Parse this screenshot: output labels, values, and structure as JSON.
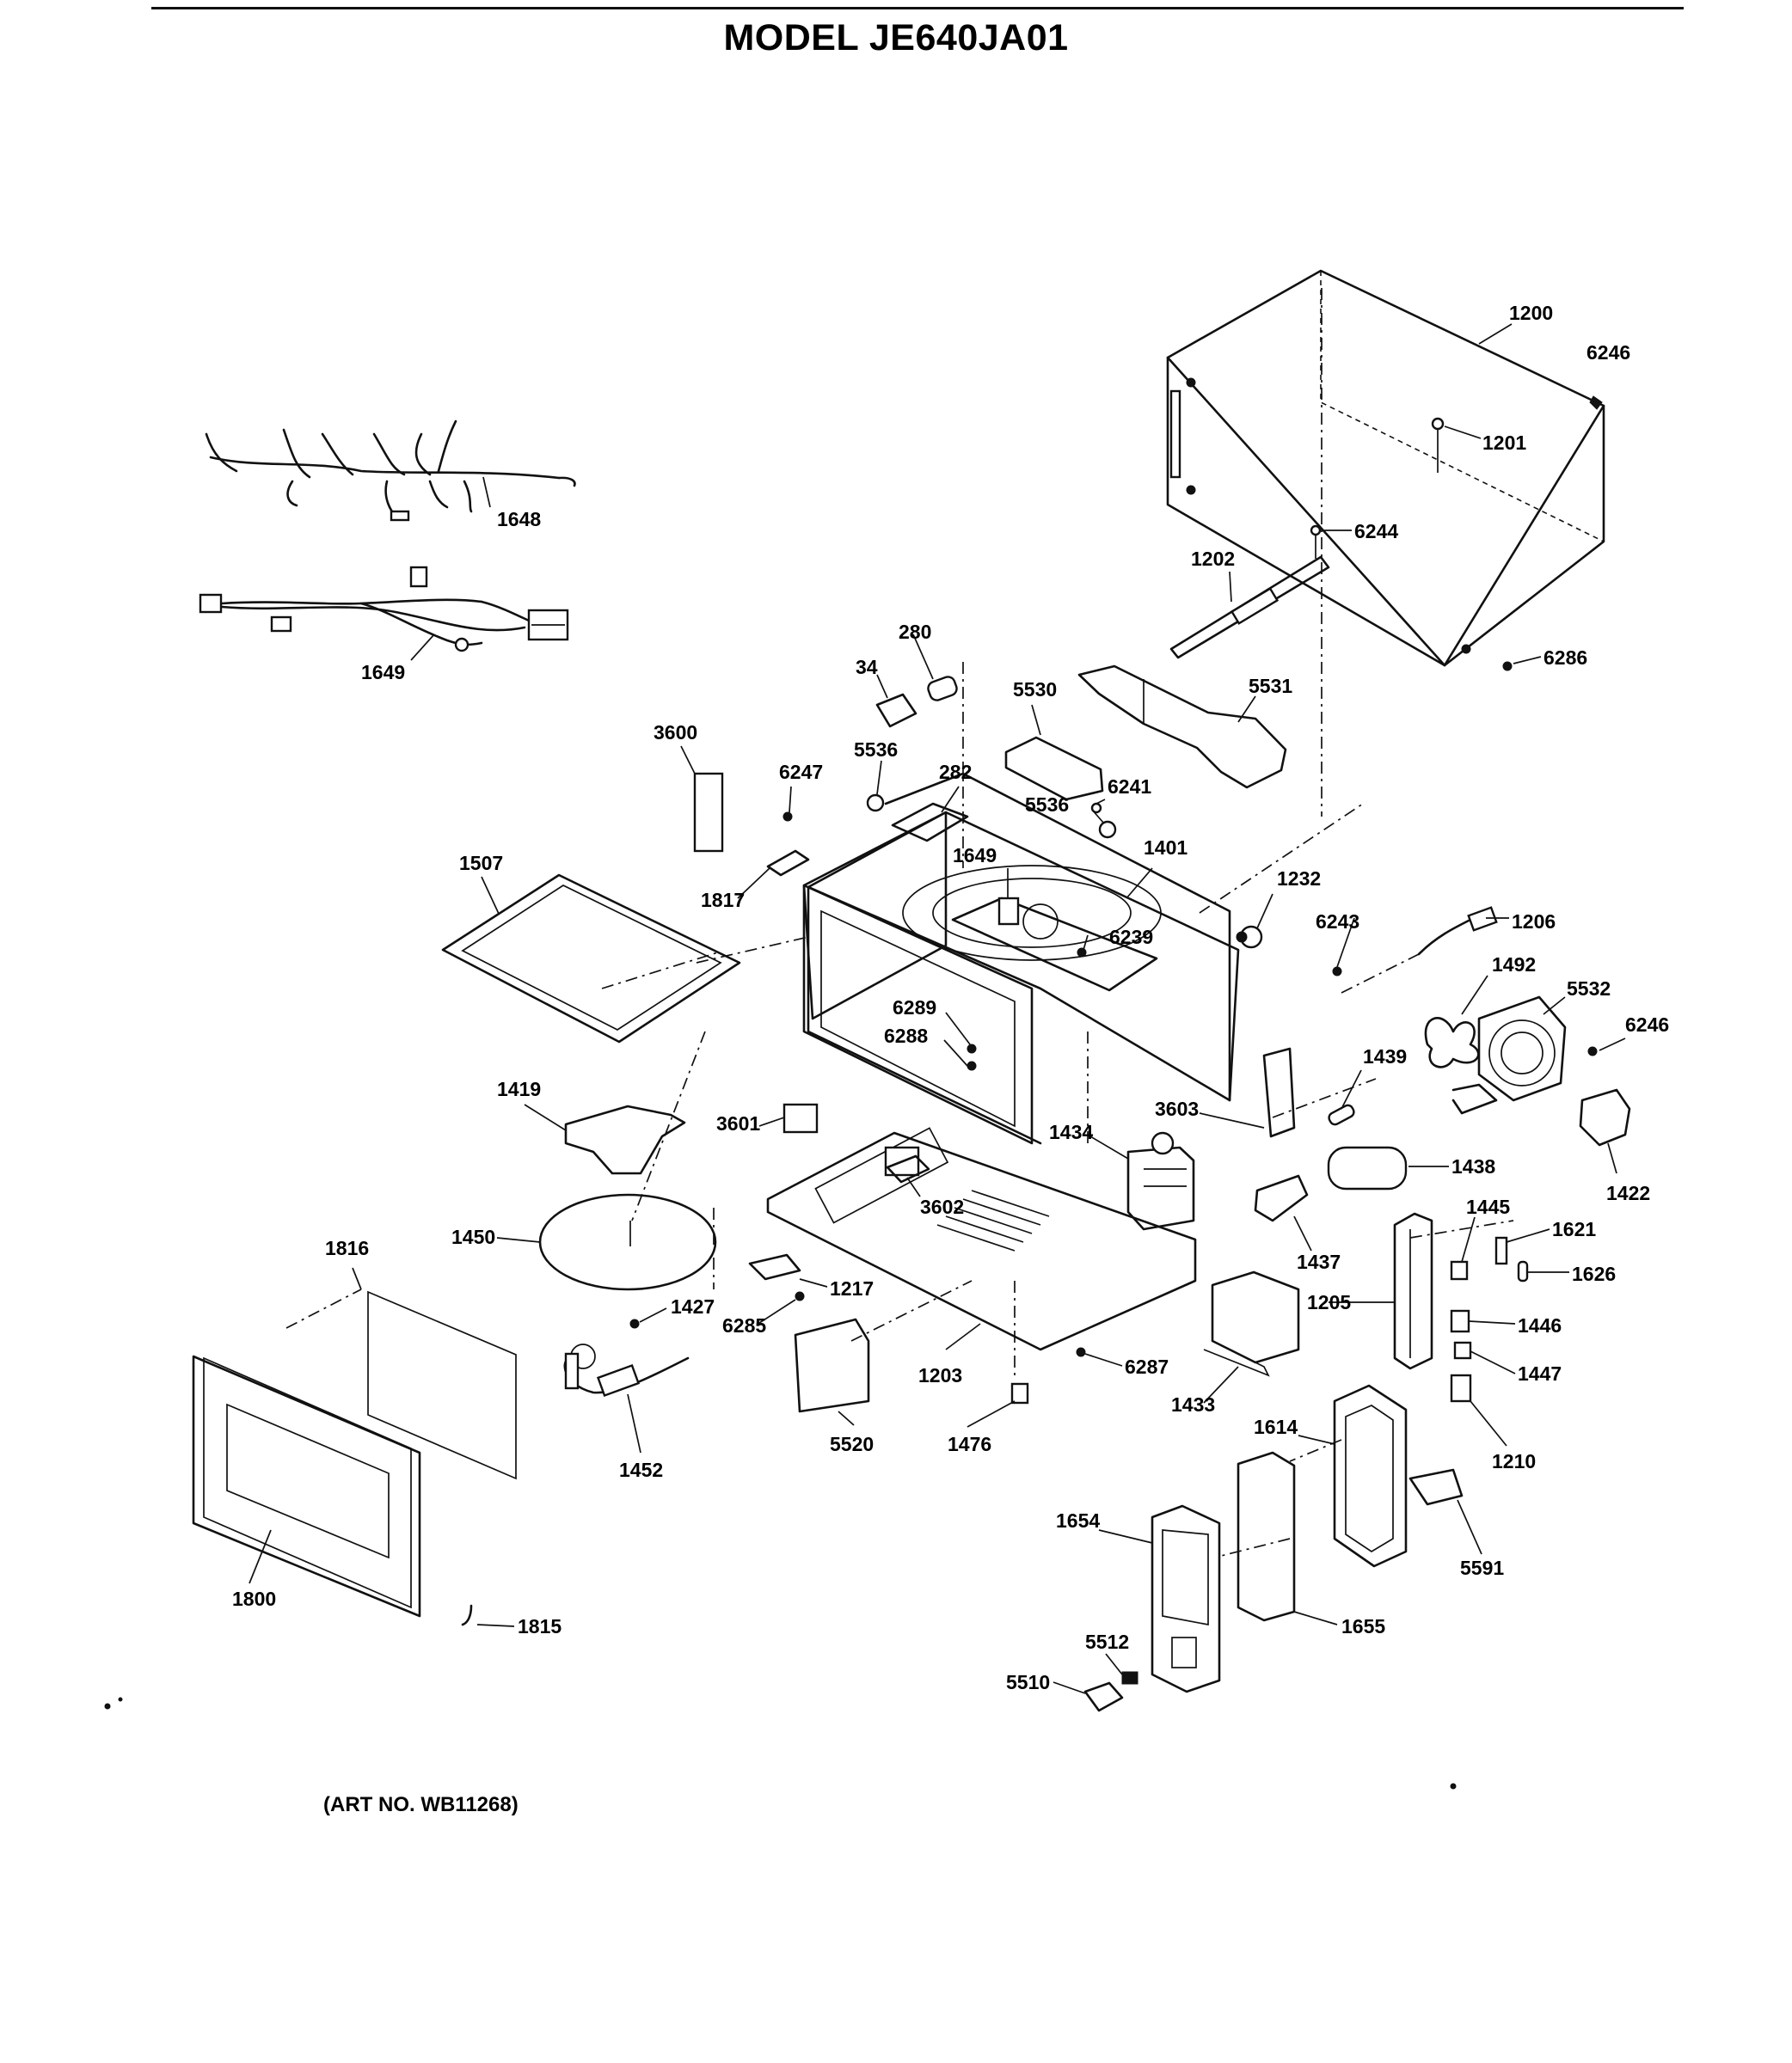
{
  "title": "MODEL JE640JA01",
  "art_number": "(ART NO. WB11268)",
  "callouts": [
    {
      "id": "1200",
      "text": "1200"
    },
    {
      "id": "6246-top",
      "text": "6246"
    },
    {
      "id": "1201",
      "text": "1201"
    },
    {
      "id": "6244",
      "text": "6244"
    },
    {
      "id": "1202",
      "text": "1202"
    },
    {
      "id": "6286",
      "text": "6286"
    },
    {
      "id": "1648",
      "text": "1648"
    },
    {
      "id": "1649-harness",
      "text": "1649"
    },
    {
      "id": "280",
      "text": "280"
    },
    {
      "id": "34",
      "text": "34"
    },
    {
      "id": "5530",
      "text": "5530"
    },
    {
      "id": "5531",
      "text": "5531"
    },
    {
      "id": "3600",
      "text": "3600"
    },
    {
      "id": "6247",
      "text": "6247"
    },
    {
      "id": "5536-left",
      "text": "5536"
    },
    {
      "id": "282",
      "text": "282"
    },
    {
      "id": "6241",
      "text": "6241"
    },
    {
      "id": "5536-right",
      "text": "5536"
    },
    {
      "id": "1401",
      "text": "1401"
    },
    {
      "id": "1649-cavity",
      "text": "1649"
    },
    {
      "id": "1507",
      "text": "1507"
    },
    {
      "id": "1817",
      "text": "1817"
    },
    {
      "id": "1232",
      "text": "1232"
    },
    {
      "id": "6239",
      "text": "6239"
    },
    {
      "id": "6243",
      "text": "6243"
    },
    {
      "id": "1206",
      "text": "1206"
    },
    {
      "id": "1492",
      "text": "1492"
    },
    {
      "id": "5532",
      "text": "5532"
    },
    {
      "id": "6246-right",
      "text": "6246"
    },
    {
      "id": "6289",
      "text": "6289"
    },
    {
      "id": "6288",
      "text": "6288"
    },
    {
      "id": "1439",
      "text": "1439"
    },
    {
      "id": "1419",
      "text": "1419"
    },
    {
      "id": "3603",
      "text": "3603"
    },
    {
      "id": "3601",
      "text": "3601"
    },
    {
      "id": "1434",
      "text": "1434"
    },
    {
      "id": "1438",
      "text": "1438"
    },
    {
      "id": "1422",
      "text": "1422"
    },
    {
      "id": "3602",
      "text": "3602"
    },
    {
      "id": "1445",
      "text": "1445"
    },
    {
      "id": "1621",
      "text": "1621"
    },
    {
      "id": "1626",
      "text": "1626"
    },
    {
      "id": "1450",
      "text": "1450"
    },
    {
      "id": "1816",
      "text": "1816"
    },
    {
      "id": "1217",
      "text": "1217"
    },
    {
      "id": "1437",
      "text": "1437"
    },
    {
      "id": "1205",
      "text": "1205"
    },
    {
      "id": "1446",
      "text": "1446"
    },
    {
      "id": "1427",
      "text": "1427"
    },
    {
      "id": "6285",
      "text": "6285"
    },
    {
      "id": "6287",
      "text": "6287"
    },
    {
      "id": "1447",
      "text": "1447"
    },
    {
      "id": "1203",
      "text": "1203"
    },
    {
      "id": "1433",
      "text": "1433"
    },
    {
      "id": "1452",
      "text": "1452"
    },
    {
      "id": "5520",
      "text": "5520"
    },
    {
      "id": "1476",
      "text": "1476"
    },
    {
      "id": "1614",
      "text": "1614"
    },
    {
      "id": "1210",
      "text": "1210"
    },
    {
      "id": "1654",
      "text": "1654"
    },
    {
      "id": "5591",
      "text": "5591"
    },
    {
      "id": "1800",
      "text": "1800"
    },
    {
      "id": "1815",
      "text": "1815"
    },
    {
      "id": "1655",
      "text": "1655"
    },
    {
      "id": "5512",
      "text": "5512"
    },
    {
      "id": "5510",
      "text": "5510"
    }
  ]
}
